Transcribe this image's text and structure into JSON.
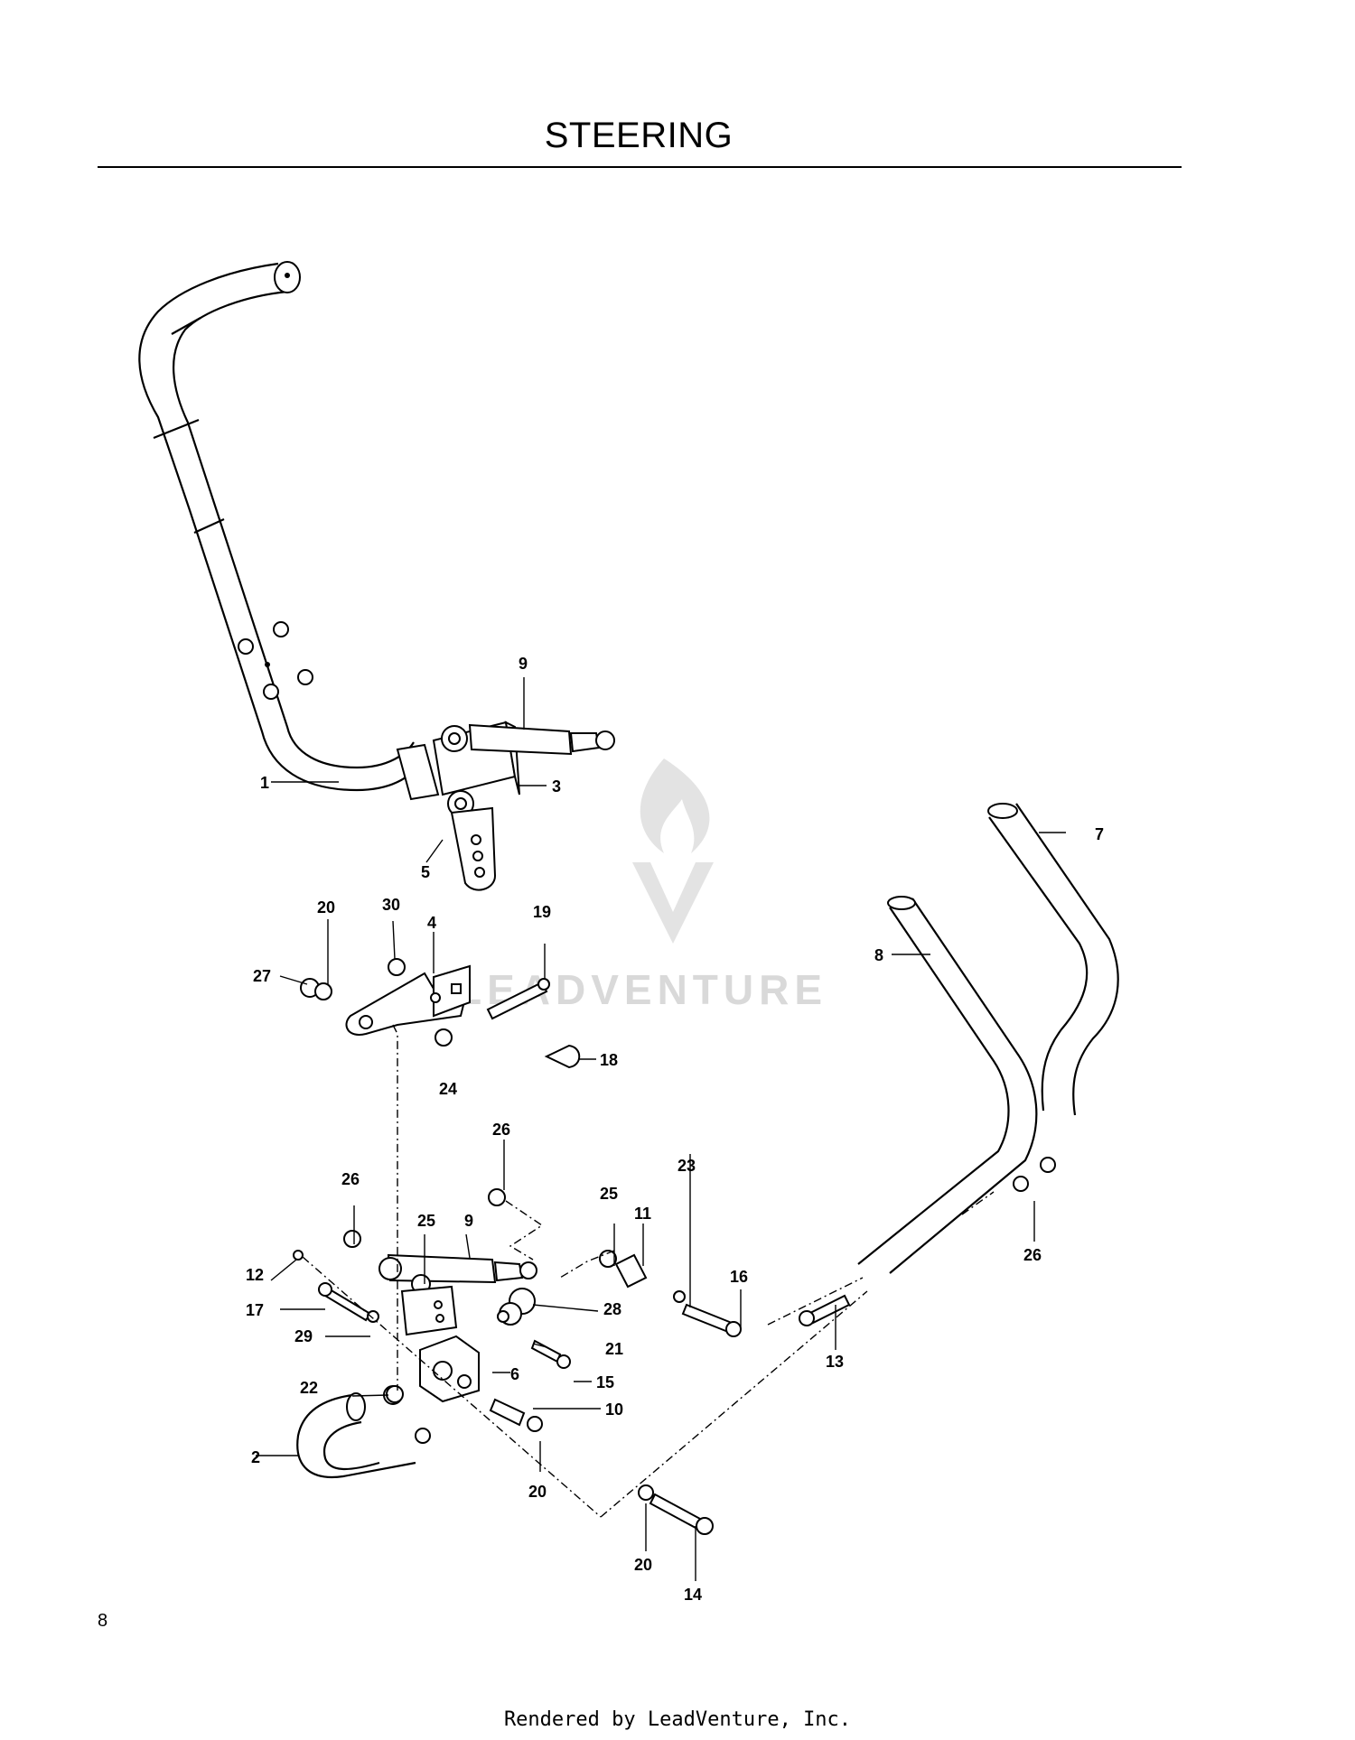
{
  "page": {
    "title": "STEERING",
    "page_number": "8",
    "footer": "Rendered by LeadVenture, Inc."
  },
  "watermark": {
    "text": "LEADVENTURE",
    "icon": "flame-v-logo"
  },
  "callouts": {
    "c1": "1",
    "c2": "2",
    "c3": "3",
    "c4": "4",
    "c5": "5",
    "c6": "6",
    "c7": "7",
    "c8": "8",
    "c9a": "9",
    "c9b": "9",
    "c10": "10",
    "c11": "11",
    "c12": "12",
    "c13": "13",
    "c14": "14",
    "c15": "15",
    "c16": "16",
    "c17": "17",
    "c18": "18",
    "c19": "19",
    "c20a": "20",
    "c20b": "20",
    "c20c": "20",
    "c21": "21",
    "c22": "22",
    "c23": "23",
    "c24": "24",
    "c25a": "25",
    "c25b": "25",
    "c26a": "26",
    "c26b": "26",
    "c26c": "26",
    "c27": "27",
    "c28": "28",
    "c29": "29",
    "c30": "30"
  },
  "colors": {
    "line": "#000000",
    "watermark": "#d9d9d9",
    "background": "#ffffff"
  }
}
